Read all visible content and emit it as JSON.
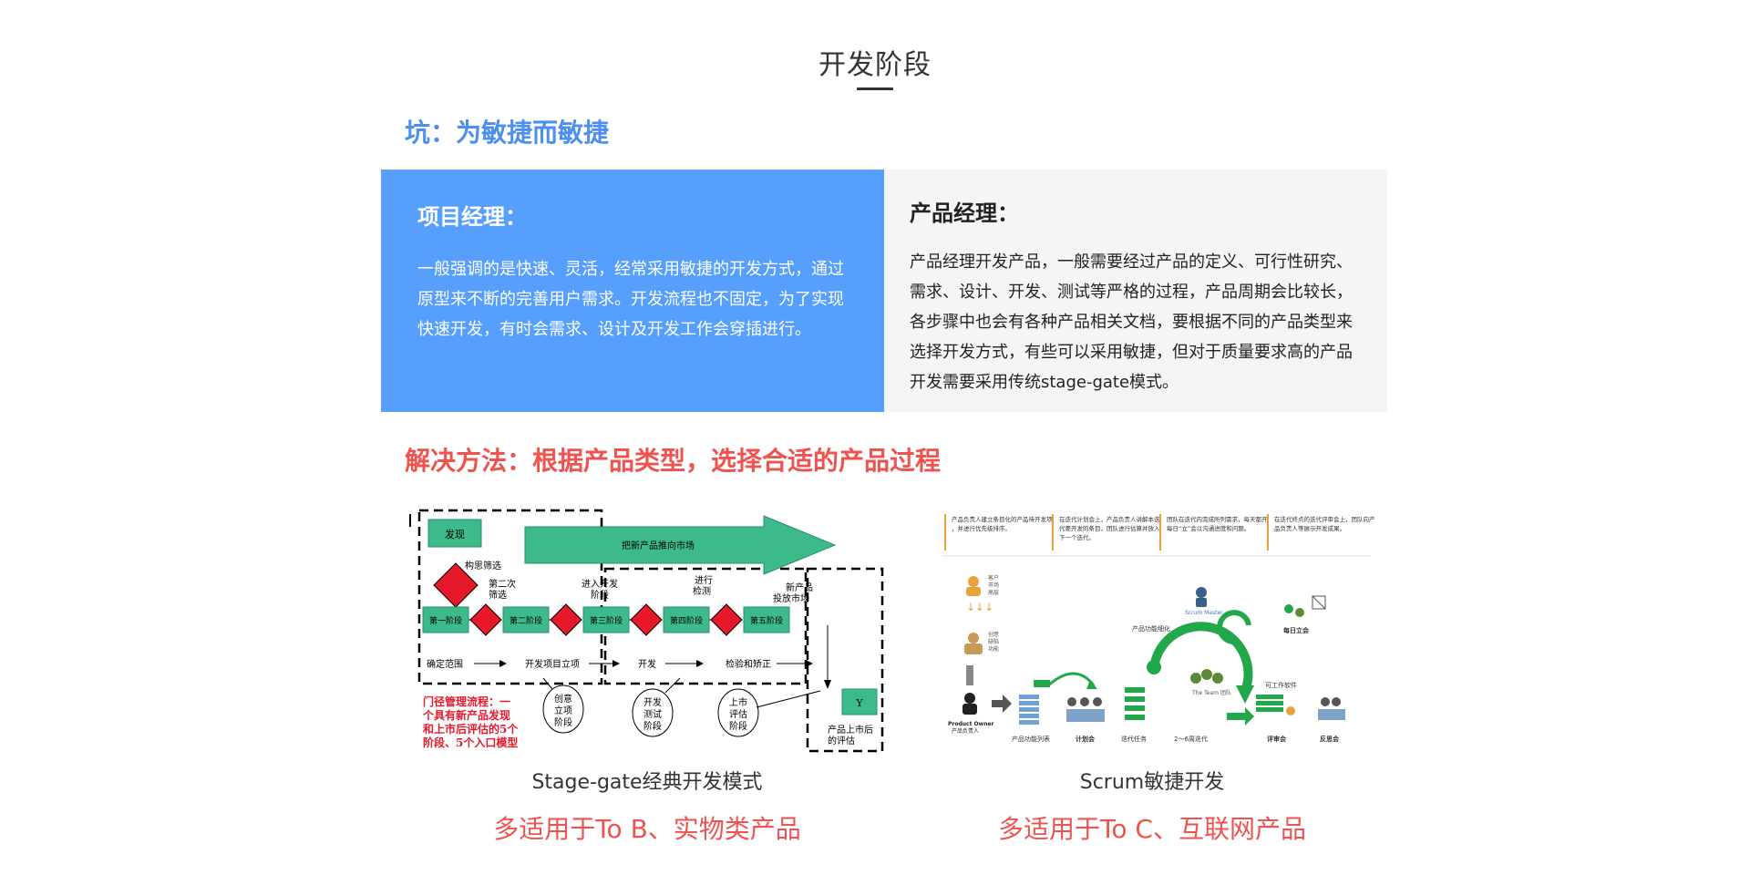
{
  "header": {
    "title": "开发阶段"
  },
  "pitfall": {
    "text": "坑：为敏捷而敏捷",
    "color": "#4d8ff0"
  },
  "project_manager": {
    "title": "项目经理：",
    "body": "一般强调的是快速、灵活，经常采用敏捷的开发方式，通过原型来不断的完善用户需求。开发流程也不固定，为了实现快速开发，有时会需求、设计及开发工作会穿插进行。",
    "bg": "#579ffd"
  },
  "product_manager": {
    "title": "产品经理：",
    "body": "产品经理开发产品，一般需要经过产品的定义、可行性研究、需求、设计、开发、测试等严格的过程，产品周期会比较长，各步骤中也会有各种产品相关文档，要根据不同的产品类型来选择开发方式，有些可以采用敏捷，但对于质量要求高的产品开发需要采用传统stage-gate模式。",
    "bg": "#f5f5f5"
  },
  "solution": {
    "text": "解决方法：根据产品类型，选择合适的产品过程",
    "color": "#ef5350"
  },
  "stage_gate": {
    "caption": "Stage-gate经典开发模式",
    "tagline": "多适用于To B、实物类产品",
    "stages": [
      "第一阶段",
      "第二阶段",
      "第三阶段",
      "第四阶段",
      "第五阶段"
    ],
    "discover": "发现",
    "push_market": "把新产品推向市场",
    "idea_screen": "构思筛选",
    "second_screen_1": "第二次",
    "second_screen_2": "筛选",
    "enter_dev_1": "进入开发",
    "enter_dev_2": "阶段",
    "run_test_1": "进行",
    "run_test_2": "检测",
    "launch_1": "新产品",
    "launch_2": "投放市场",
    "scope": "确定范围",
    "dev_project": "开发项目立项",
    "develop": "开发",
    "verify": "检验和矫正",
    "bubble_1": [
      "创意",
      "立项",
      "阶段"
    ],
    "bubble_2": [
      "开发",
      "测试",
      "阶段"
    ],
    "bubble_3": [
      "上市",
      "评估",
      "阶段"
    ],
    "post_eval_1": "产品上市后",
    "post_eval_2": "的评估",
    "y_box": "Y",
    "note": [
      "门径管理流程：一",
      "个具有新产品发现",
      "和上市后评估的5个",
      "阶段、5个入口模型"
    ],
    "colors": {
      "green": "#3dba8a",
      "red": "#e8182b",
      "note_red": "#e8182b"
    }
  },
  "scrum": {
    "caption": "Scrum敏捷开发",
    "tagline": "多适用于To C、互联网产品",
    "top_notes": [
      "产品负责人建立条目化的产品待开发项，并进行优先级排序。",
      "在迭代计划会上，产品负责人讲解本迭代要开发的条目，团队进行估算并放入下一个迭代。",
      "团队在迭代内完成所列需求，每天都开每日“立”会以沟通进度和问题。",
      "在迭代终点的迭代评审会上，团队向产品负责人等展示开发成果。"
    ],
    "labels": {
      "product_owner": "Product Owner",
      "product_owner_cn": "产品负责人",
      "backlog": "产品功能列表",
      "planning": "计划会",
      "sprint_tasks": "迭代任务",
      "sprint_length": "2～6周迭代",
      "review": "评审会",
      "retro": "反思会",
      "daily": "每日立会",
      "scrum_master": "Scrum Master",
      "refine": "产品功能细化",
      "team": "The Team 团队",
      "working_sw": "可工作软件",
      "client": "客户",
      "market": "市场",
      "boss": "高层",
      "idea": "创意",
      "bug": "缺陷",
      "feature": "功能"
    },
    "colors": {
      "green": "#22a84a",
      "orange": "#e8a23c"
    }
  },
  "caption_color": "#333333",
  "tagline_color": "#ef5350"
}
